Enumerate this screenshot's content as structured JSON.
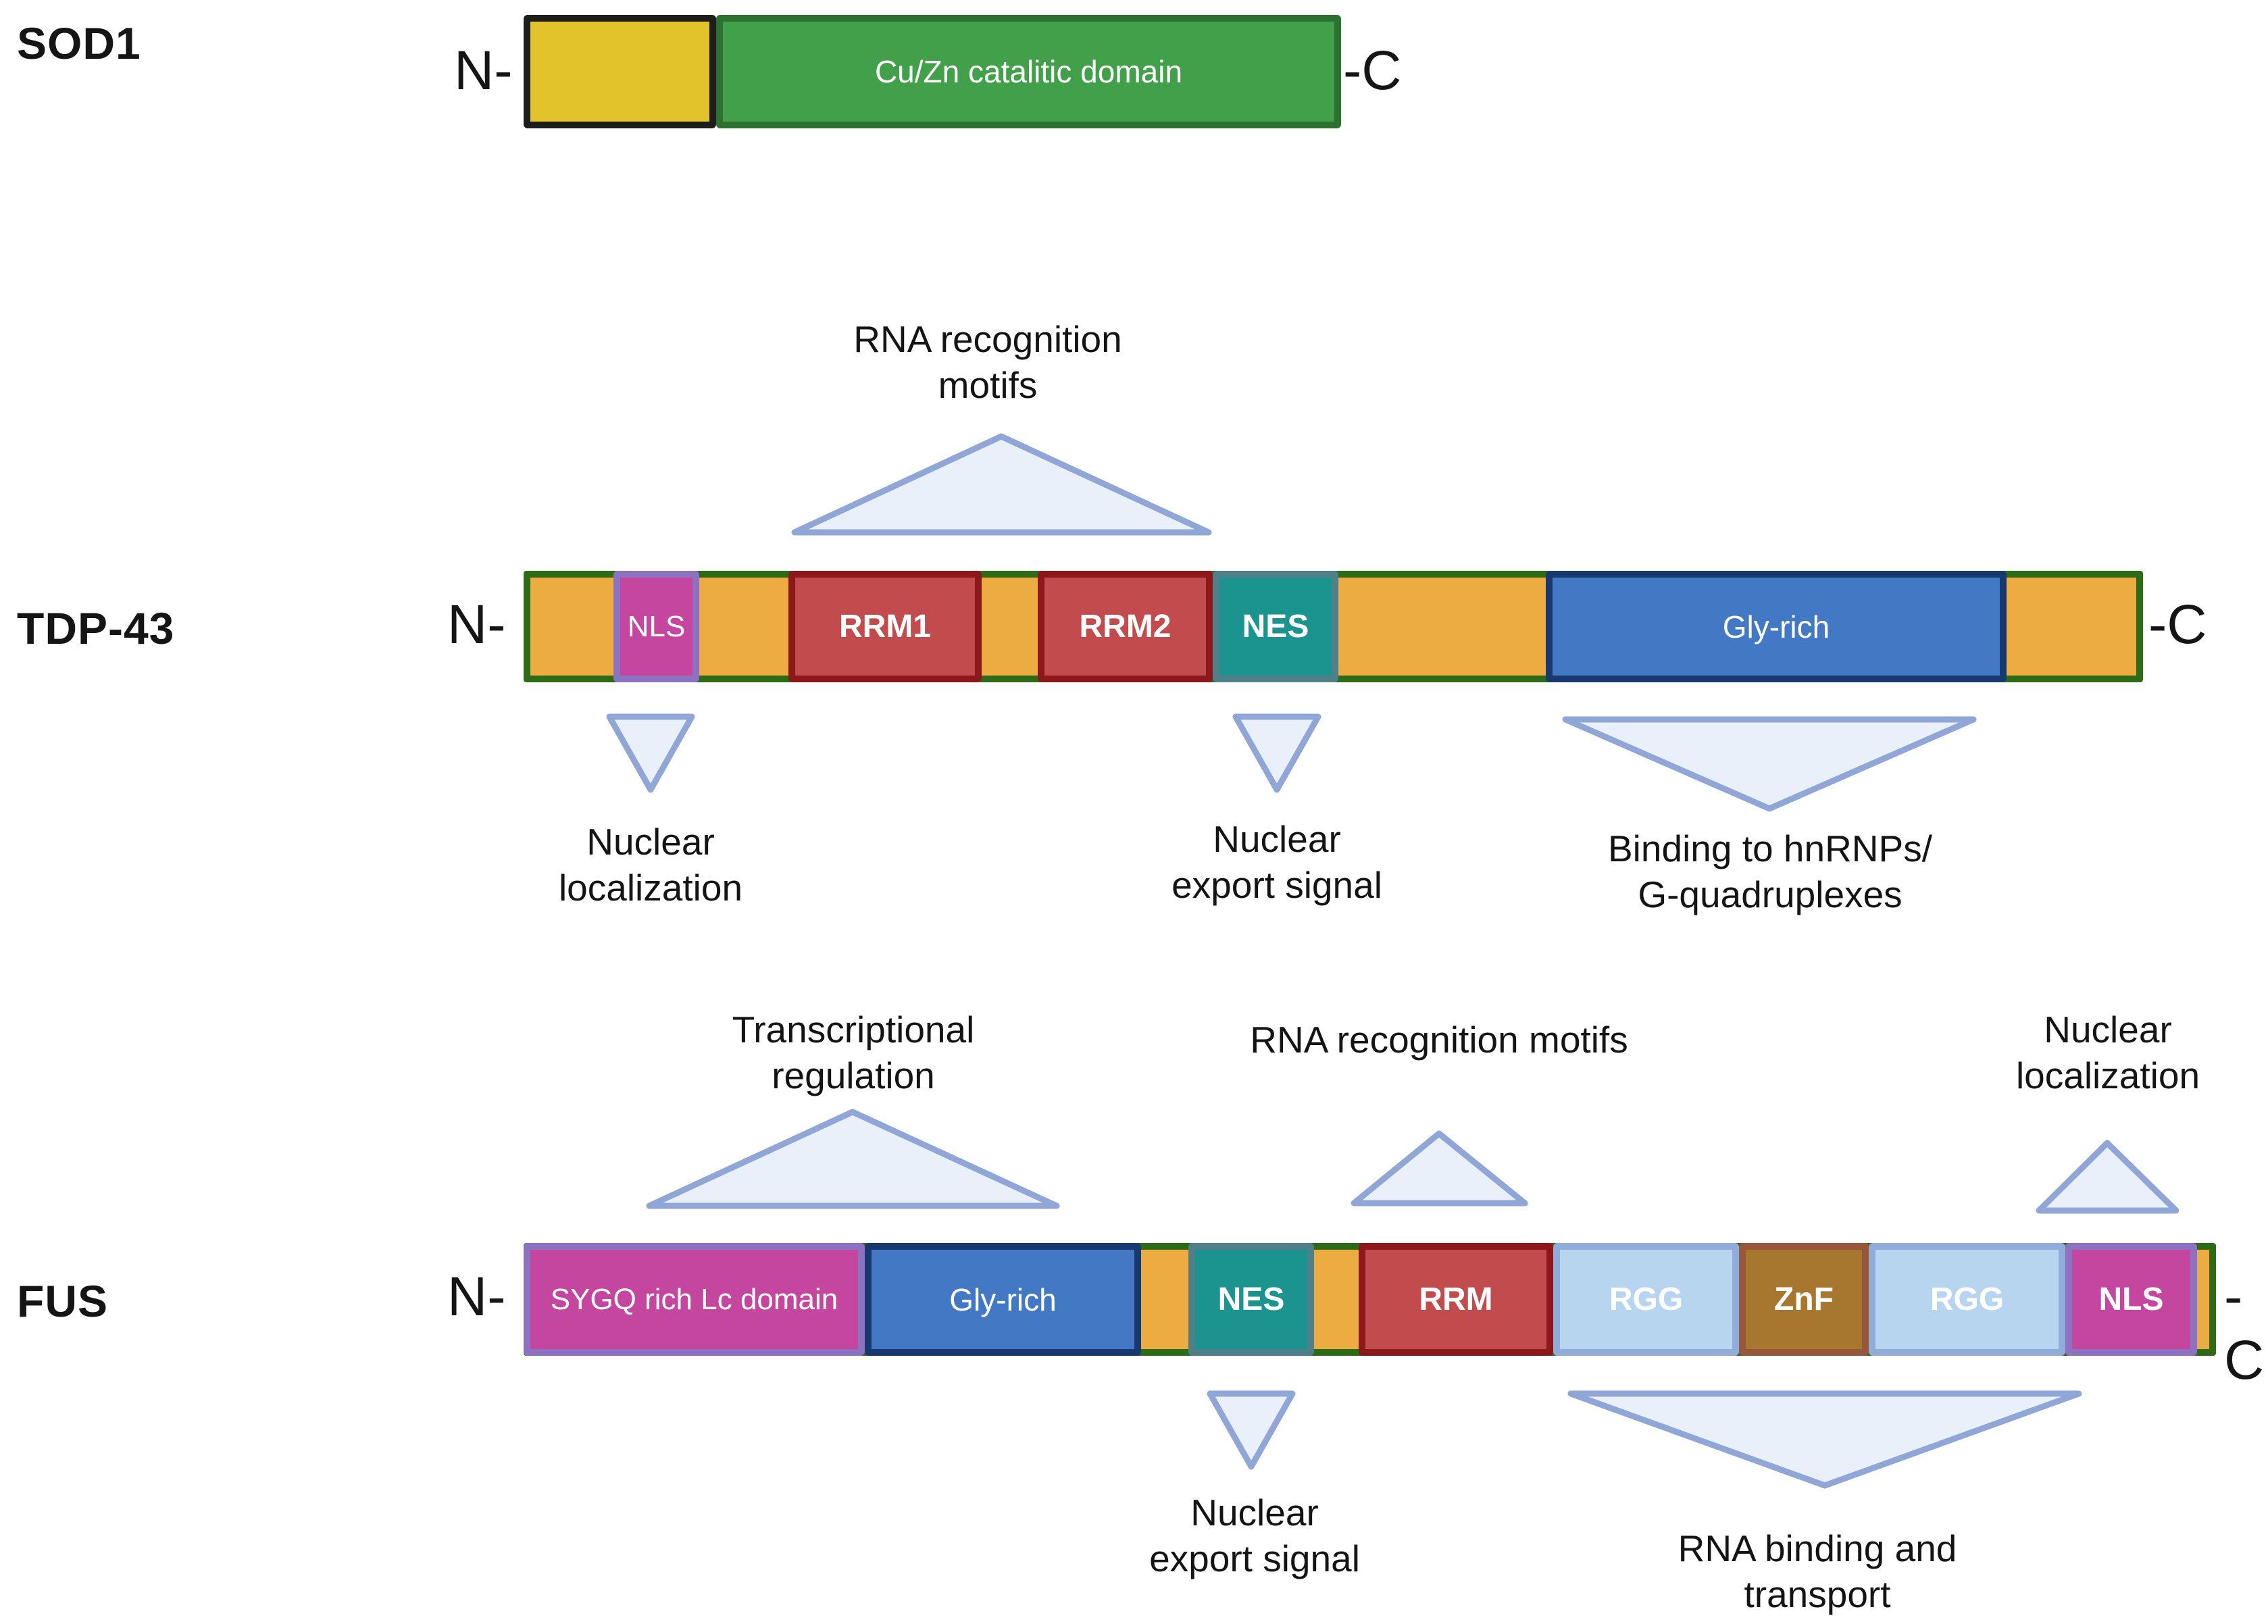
{
  "colors": {
    "bar_fill_orange": "#EDAC41",
    "bar_border_green": "#2E6B16",
    "sod1_nterm_yellow": "#E3C32B",
    "sod1_nterm_border_black": "#1D1D1B",
    "sod1_catalytic_green": "#42A04B",
    "sod1_catalytic_border": "#2C7032",
    "nls_sygq_magenta": "#C5469E",
    "nls_sygq_border_purple": "#8D72C2",
    "rrm_red": "#C14B4D",
    "rrm_border_dark_red": "#8C181C",
    "nes_teal": "#1B9490",
    "nes_border": "#4F8089",
    "glyrich_blue": "#4379C4",
    "glyrich_border_navy": "#173970",
    "rgg_light_blue": "#B8D5F0",
    "rgg_border": "#92ACD9",
    "znf_brown": "#A7762F",
    "znf_border": "#96573B",
    "annotation_triangle_fill": "#EAF0FA",
    "annotation_triangle_border": "#8FA6D6",
    "text_black": "#151515"
  },
  "proteins": [
    {
      "name": "SOD1",
      "n": "N-",
      "c": "-C",
      "domains": [
        {
          "label": "Cu/Zn catalitic domain"
        }
      ]
    },
    {
      "name": "TDP-43",
      "n": "N-",
      "c": "-C",
      "domains": [
        {
          "label": "NLS"
        },
        {
          "label": "RRM1"
        },
        {
          "label": "RRM2"
        },
        {
          "label": "NES"
        },
        {
          "label": "Gly-rich"
        }
      ]
    },
    {
      "name": "FUS",
      "n": "N-",
      "c": "-C",
      "domains": [
        {
          "label": "SYGQ rich Lc domain"
        },
        {
          "label": "Gly-rich"
        },
        {
          "label": "NES"
        },
        {
          "label": "RRM"
        },
        {
          "label": "RGG"
        },
        {
          "label": "ZnF"
        },
        {
          "label": "RGG"
        },
        {
          "label": "NLS"
        }
      ]
    }
  ],
  "annotations": {
    "tdp43_rrm": {
      "line1": "RNA recognition",
      "line2": "motifs"
    },
    "tdp43_nls": {
      "line1": "Nuclear",
      "line2": "localization"
    },
    "tdp43_nes": {
      "line1": "Nuclear",
      "line2": "export signal"
    },
    "tdp43_gly": {
      "line1": "Binding to hnRNPs/",
      "line2": "G-quadruplexes"
    },
    "fus_transcription": {
      "line1": "Transcriptional",
      "line2": "regulation"
    },
    "fus_rrm": {
      "line1": "RNA recognition motifs"
    },
    "fus_nls": {
      "line1": "Nuclear",
      "line2": "localization"
    },
    "fus_nes": {
      "line1": "Nuclear",
      "line2": "export signal"
    },
    "fus_rna": {
      "line1": "RNA binding and",
      "line2": "transport"
    }
  }
}
